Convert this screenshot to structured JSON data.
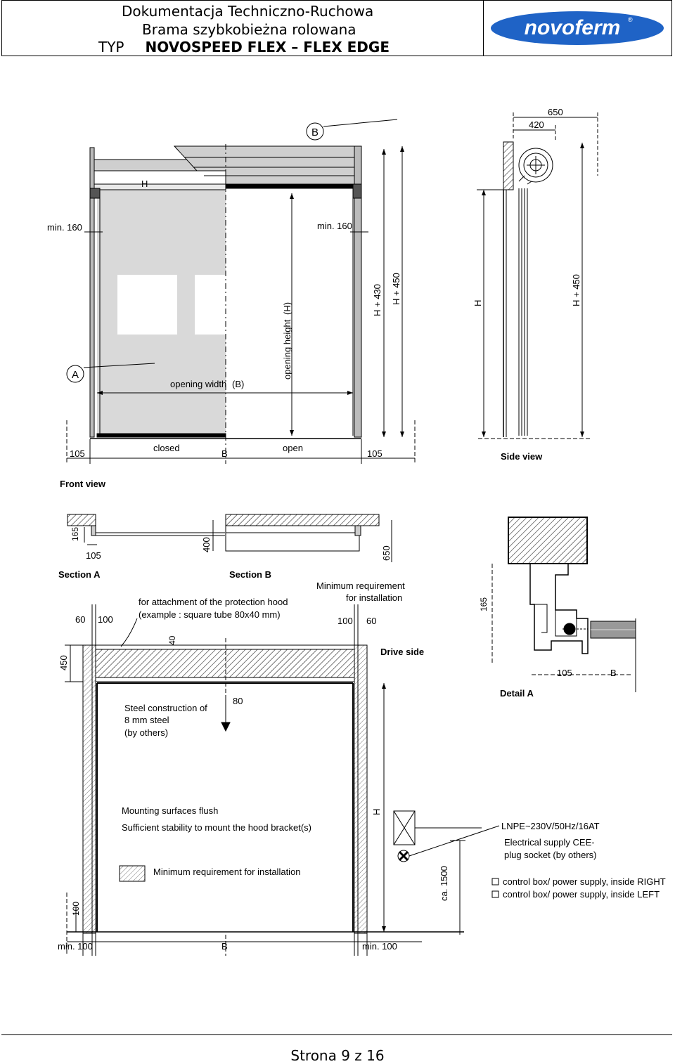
{
  "header": {
    "line1": "Dokumentacja Techniczno-Ruchowa",
    "line2": "Brama szybkobieżna rolowana",
    "typ_label": "TYP",
    "product": "NOVOSPEED FLEX – FLEX EDGE",
    "logo_text": "novoferm",
    "logo_mark": "®"
  },
  "front_view": {
    "title": "Front view",
    "callout_b": "B",
    "callout_a": "A",
    "h_tag": "H",
    "min160_left": "min. 160",
    "min160_right": "min. 160",
    "opening_width": "opening width",
    "opening_width_b": "(B)",
    "opening_height": "opening height",
    "opening_height_h": "(H)",
    "h430": "H + 430",
    "h450": "H + 450",
    "closed": "closed",
    "open": "open",
    "dim105_left": "105",
    "dim105_right": "105",
    "b_bottom": "B"
  },
  "side_view": {
    "title": "Side view",
    "d650": "650",
    "d420": "420",
    "h": "H",
    "h450": "H + 450"
  },
  "sections": {
    "section_a": "Section A",
    "section_b": "Section B",
    "d165": "165",
    "d105": "105",
    "d400": "400",
    "d650": "650"
  },
  "installation": {
    "attachment_line1": "for attachment of the protection hood",
    "attachment_line2": "(example : square tube 80x40 mm)",
    "min_req_line1": "Minimum requirement",
    "min_req_line2": "for installation",
    "d60_left": "60",
    "d100_left": "100",
    "d100_right": "100",
    "d60_right": "60",
    "d40": "40",
    "d450": "450",
    "d80": "80",
    "drive_side": "Drive side",
    "steel_line1": "Steel construction of",
    "steel_line2": "8 mm steel",
    "steel_line3": "(by others)",
    "mounting_flush": "Mounting surfaces flush",
    "stability": "Sufficient stability to mount the hood bracket(s)",
    "legend_min_req": "Minimum requirement for installation",
    "h_label": "H",
    "ca1500": "ca. 1500",
    "d100_bottom": "100",
    "min100_left": "min. 100",
    "b_bottom": "B",
    "min100_right": "min. 100"
  },
  "electrical": {
    "lnpe": "LNPE~230V/50Hz/16AT",
    "supply_line1": "Electrical supply CEE-",
    "supply_line2": "plug socket (by others)",
    "option_right": "control box/ power supply, inside RIGHT",
    "option_left": "control box/ power supply, inside LEFT"
  },
  "detail_a": {
    "title": "Detail A",
    "d165": "165",
    "d105": "105",
    "b": "B"
  },
  "footer": {
    "page": "Strona 9 z 16"
  }
}
